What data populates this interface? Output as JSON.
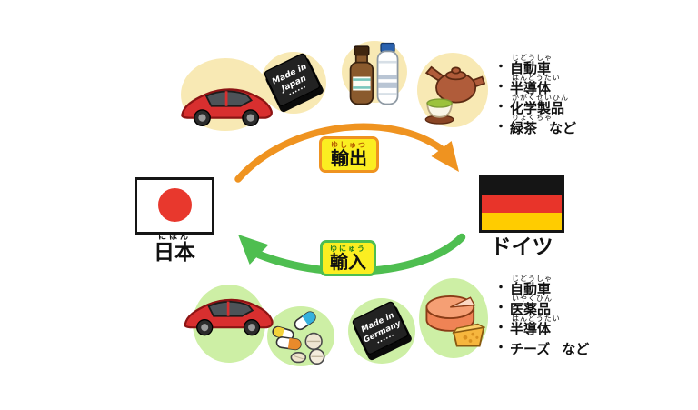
{
  "diagram_title": "japan-germany-trade",
  "bullet": "・",
  "japan": {
    "name": "日本",
    "furigana": "にほん"
  },
  "germany": {
    "name": "ドイツ"
  },
  "export_flow": {
    "label": "輸出",
    "furigana": "ゆしゅつ"
  },
  "import_flow": {
    "label": "輸入",
    "furigana": "ゆにゅう"
  },
  "exports": {
    "chip_line1": "Made in",
    "chip_line2": "Japan",
    "items": [
      {
        "furigana": "じどうしゃ",
        "text": "自動車",
        "suffix": ""
      },
      {
        "furigana": "はんどうたい",
        "text": "半導体",
        "suffix": ""
      },
      {
        "furigana": "かがくせいひん",
        "text": "化学製品",
        "suffix": ""
      },
      {
        "furigana": "りょくちゃ",
        "text": "緑茶",
        "suffix": "など"
      }
    ]
  },
  "imports": {
    "chip_line1": "Made in",
    "chip_line2": "Germany",
    "items": [
      {
        "furigana": "じどうしゃ",
        "text": "自動車",
        "suffix": ""
      },
      {
        "furigana": "いやくひん",
        "text": "医薬品",
        "suffix": ""
      },
      {
        "furigana": "はんどうたい",
        "text": "半導体",
        "suffix": ""
      },
      {
        "furigana": "",
        "text": "チーズ",
        "suffix": "など"
      }
    ]
  },
  "icon_names": {
    "exports": [
      "red-car",
      "semiconductor-chip-made-in-japan",
      "chemical-bottles",
      "teapot-and-green-tea"
    ],
    "imports": [
      "red-car",
      "medicine-pills",
      "semiconductor-chip-made-in-germany",
      "cheese"
    ]
  },
  "colors": {
    "export_arrow": "#EF9320",
    "import_arrow": "#4EBE50",
    "label_background": "#FBEE21",
    "export_furigana": "#B35900",
    "import_furigana": "#1E7D1E",
    "export_bubble": "#F8E9B4",
    "import_bubble": "#CDEFA5",
    "japan_flag_red": "#E8382D",
    "germany_black": "#151515",
    "germany_red": "#E8342A",
    "germany_gold": "#FFCC00"
  }
}
